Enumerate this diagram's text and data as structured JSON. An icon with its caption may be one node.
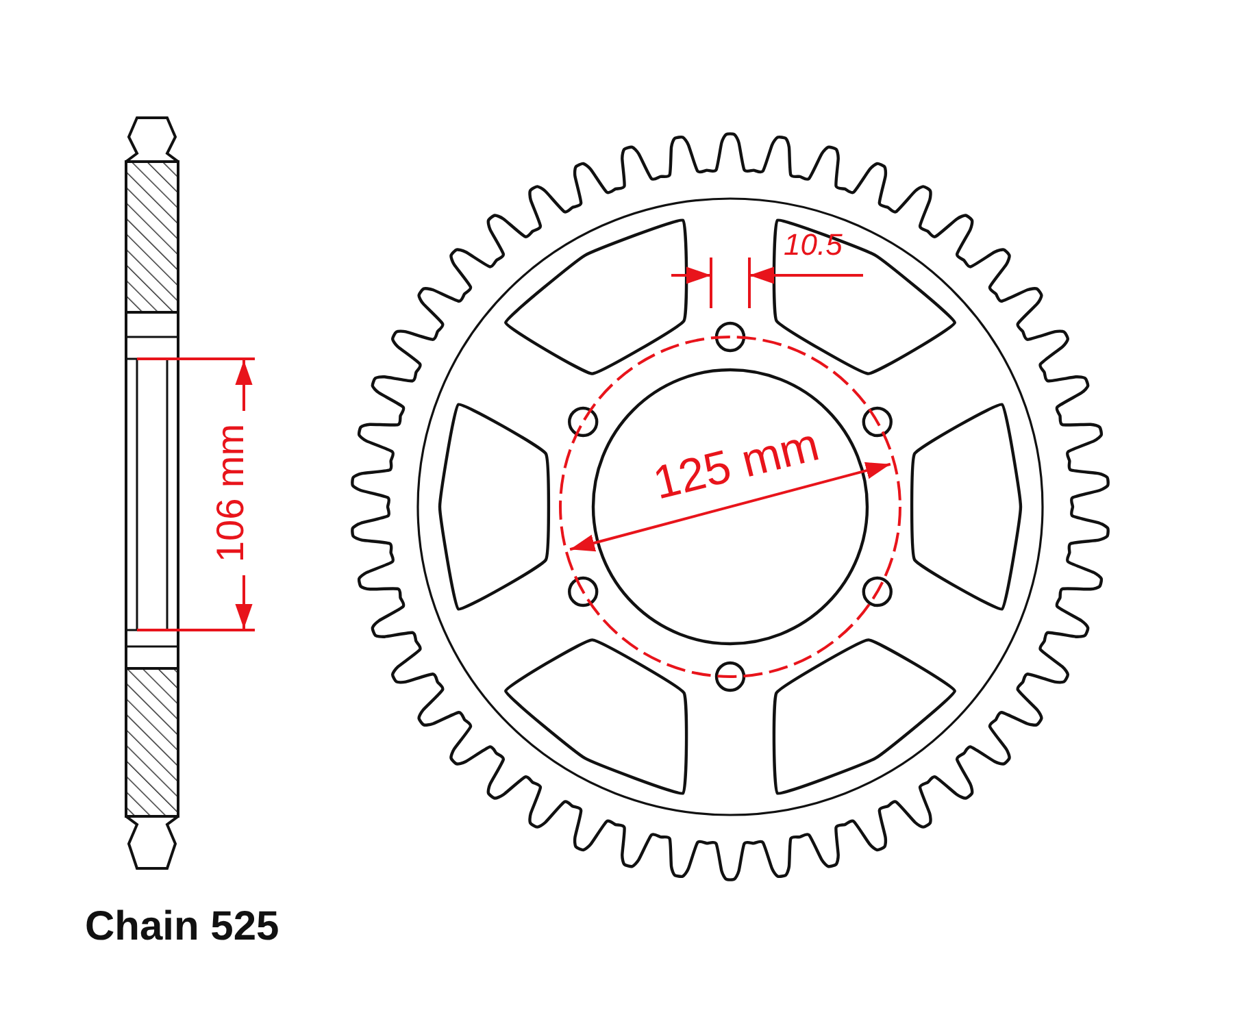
{
  "diagram": {
    "labels": [
      "10.5",
      "125 mm",
      "106 mm",
      "Chain 525"
    ]
  }
}
